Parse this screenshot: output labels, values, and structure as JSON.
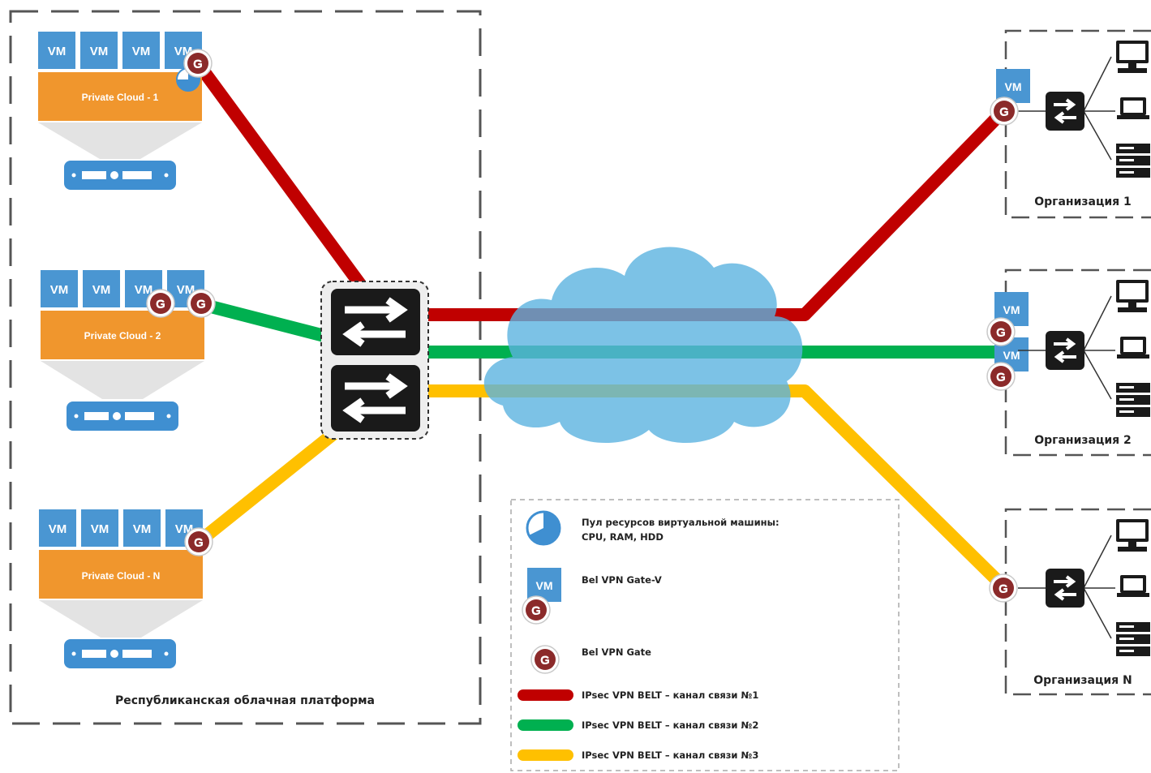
{
  "platform": {
    "label": "Республиканская облачная платформа"
  },
  "vm_label": "VM",
  "gate_label": "G",
  "clouds": [
    {
      "label": "Private Cloud - 1"
    },
    {
      "label": "Private Cloud - 2"
    },
    {
      "label": "Private Cloud - N"
    }
  ],
  "organizations": [
    {
      "label": "Организация 1"
    },
    {
      "label": "Организация 2"
    },
    {
      "label": "Организация N"
    }
  ],
  "legend": {
    "pool_line1": "Пул ресурсов виртуальной машины:",
    "pool_line2": "CPU, RAM, HDD",
    "gate_v": "Bel VPN Gate-V",
    "gate": "Bel VPN Gate",
    "channel1": "IPsec VPN BELT – канал связи №1",
    "channel2": "IPsec VPN BELT – канал связи №2",
    "channel3": "IPsec VPN BELT – канал связи №3"
  },
  "colors": {
    "channel1": "#c00000",
    "channel2": "#00b050",
    "channel3": "#ffc000",
    "vm_blue": "#4a96d2",
    "cloud_orange": "#f0962d",
    "internet_cloud": "#5bb3e0",
    "gate_red": "#8b2a2a",
    "switch_black": "#1a1a1a"
  },
  "icons": {
    "resource_pool": "pie-icon",
    "gateway": "gate-badge-icon",
    "switch": "switch-arrows-icon",
    "server": "rack-server-icon",
    "desktop": "desktop-icon",
    "laptop": "laptop-icon",
    "internet": "cloud-icon"
  }
}
